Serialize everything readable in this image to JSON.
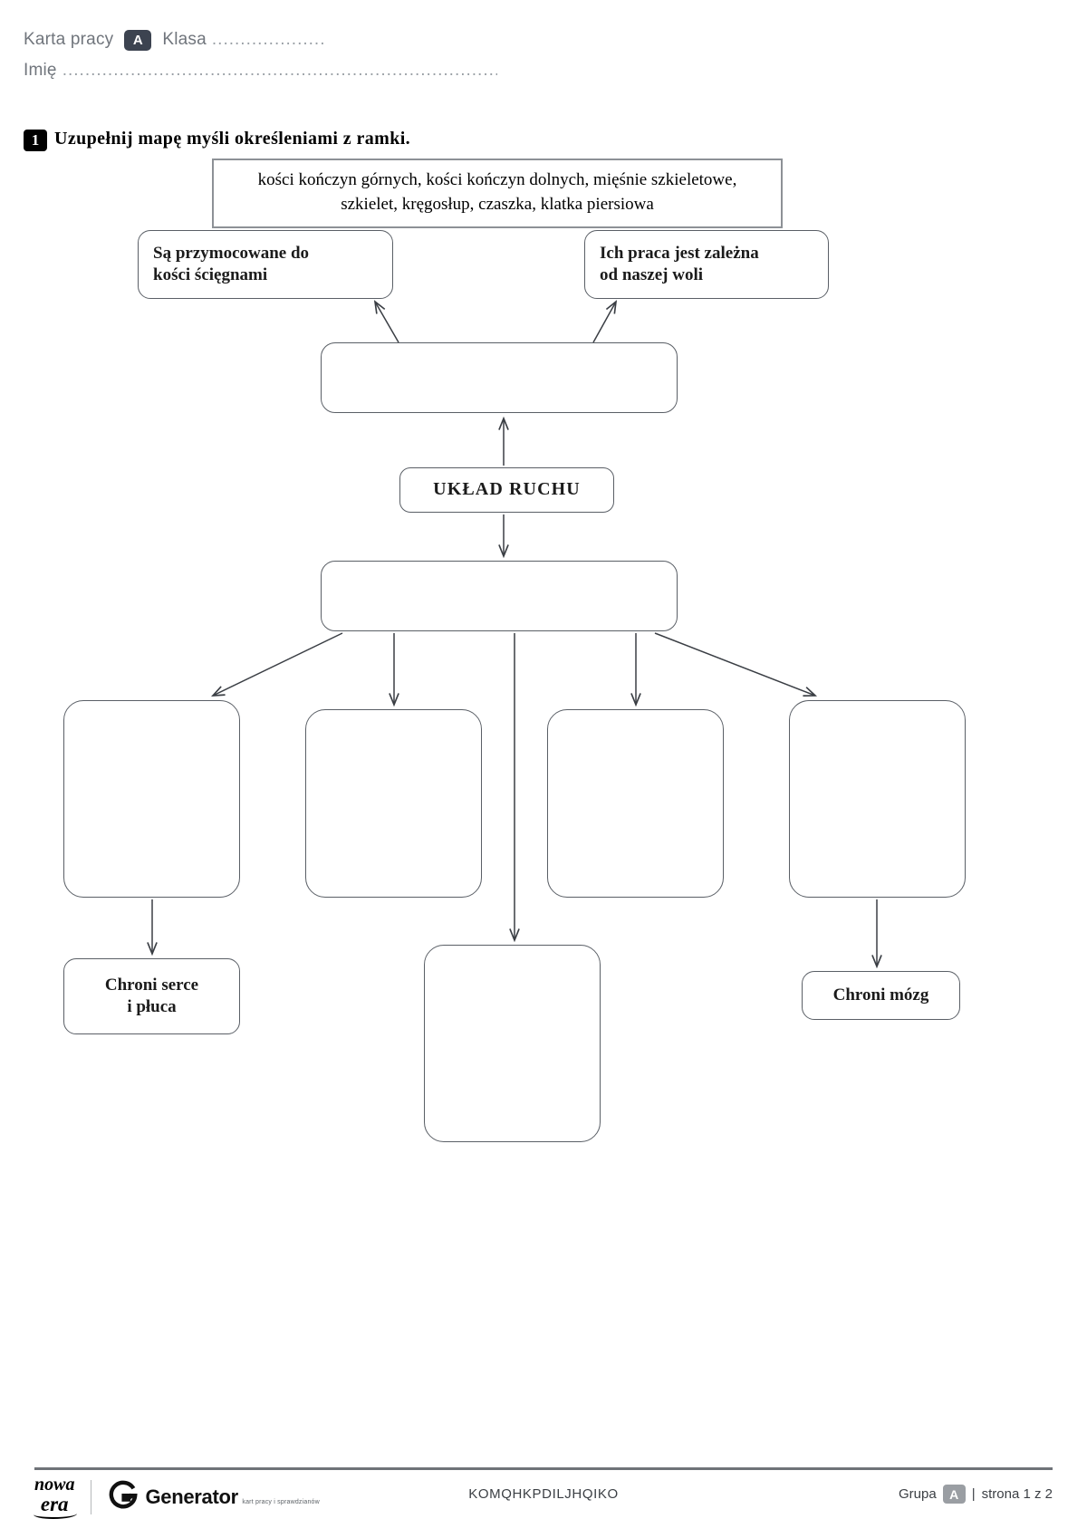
{
  "header": {
    "worksheet_label": "Karta pracy",
    "group_badge": "A",
    "class_label": "Klasa",
    "class_dots": "....................",
    "name_label": "Imię",
    "name_dots": "................................................................................."
  },
  "task": {
    "number": "1",
    "instruction": "Uzupełnij mapę myśli określeniami z ramki.",
    "wordbank_line1": "kości kończyn górnych, kości kończyn dolnych, mięśnie szkieletowe,",
    "wordbank_line2": "szkielet, kręgosłup, czaszka, klatka piersiowa"
  },
  "diagram": {
    "central_node": "UKŁAD RUCHU",
    "muscles_attached_line1": "Są przymocowane do",
    "muscles_attached_line2": "kości ścięgnami",
    "muscles_will_line1": "Ich praca jest zależna",
    "muscles_will_line2": "od naszej woli",
    "heart_lungs_line1": "Chroni serce",
    "heart_lungs_line2": "i płuca",
    "brain": "Chroni mózg",
    "blank": ""
  },
  "footer": {
    "brand_line1": "nowa",
    "brand_line2": "era",
    "generator_title": "Generator",
    "generator_subtitle": "kart pracy i sprawdzianów",
    "code": "KOMQHKPDILJHQIKO",
    "group_label": "Grupa",
    "group_badge": "A",
    "separator": "|",
    "page_label": "strona 1 z 2"
  },
  "colors": {
    "badge_dark": "#3c4350",
    "badge_gray": "#9a9ea3",
    "line": "#5a5f66",
    "rule": "#6f7378",
    "header_text": "#70757c"
  }
}
